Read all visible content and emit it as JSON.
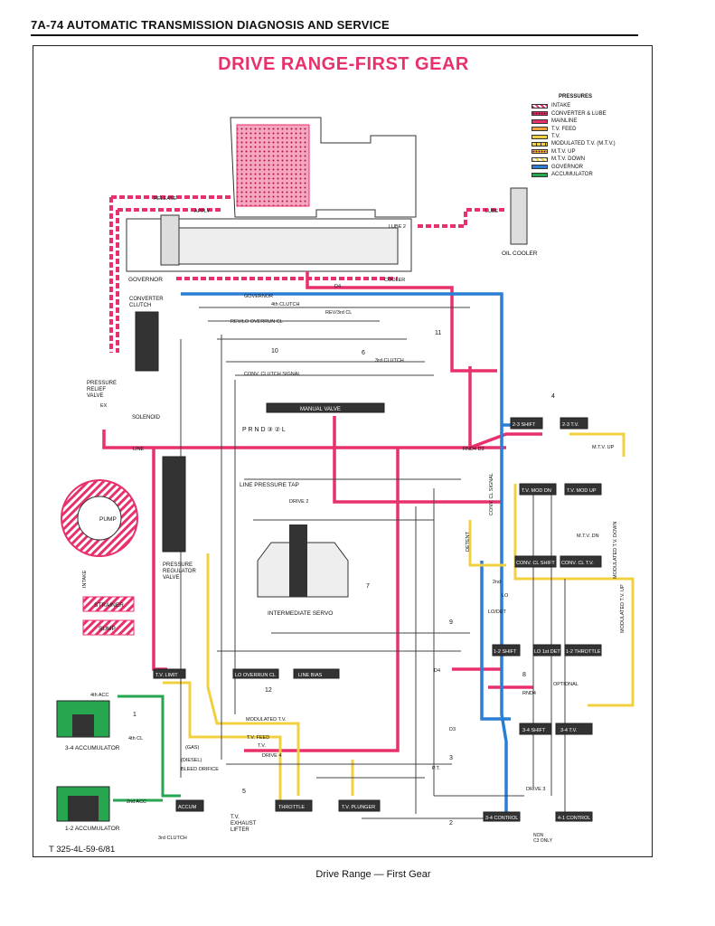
{
  "header": "7A-74  AUTOMATIC TRANSMISSION DIAGNOSIS AND SERVICE",
  "title": "DRIVE RANGE-FIRST GEAR",
  "legend": {
    "title": "PRESSURES",
    "items": [
      {
        "label": "INTAKE",
        "color": "#e8306b",
        "pattern": "hatch"
      },
      {
        "label": "CONVERTER & LUBE",
        "color": "#e8306b",
        "pattern": "dots"
      },
      {
        "label": "MAINLINE",
        "color": "#e8306b",
        "pattern": "solid"
      },
      {
        "label": "T.V. FEED",
        "color": "#f2a23a",
        "pattern": "solid"
      },
      {
        "label": "T.V.",
        "color": "#f0d040",
        "pattern": "solid"
      },
      {
        "label": "MODULATED T.V. (M.T.V.)",
        "color": "#f0d040",
        "pattern": "dash"
      },
      {
        "label": "M.T.V. UP",
        "color": "#f0d040",
        "pattern": "dots"
      },
      {
        "label": "M.T.V. DOWN",
        "color": "#f0d040",
        "pattern": "hatch"
      },
      {
        "label": "GOVERNOR",
        "color": "#2a7fd4",
        "pattern": "solid"
      },
      {
        "label": "ACCUMULATOR",
        "color": "#27a650",
        "pattern": "solid"
      }
    ]
  },
  "colors": {
    "mainline": "#e8306b",
    "governor": "#2a7fd4",
    "tv": "#f0d040",
    "accumulator": "#27a650",
    "exhaust": "#333333"
  },
  "labels": {
    "release": "RELEASE",
    "apply": "APPLY",
    "lube": "LUBE",
    "lube2": "LUBE 2",
    "oil_cooler": "OIL COOLER",
    "governor": "GOVERNOR",
    "governor_line": "GOVERNOR",
    "cooler": "COOLER",
    "d4_top": "D4",
    "fourth_clutch": "4th CLUTCH",
    "converter_clutch": "CONVERTER\nCLUTCH",
    "rev_overrun": "REV/LO OVERRUN CL",
    "rev3rd": "REV/3rd CL",
    "third_clutch": "3rd CLUTCH",
    "conv_clutch_signal": "CONV. CLUTCH SIGNAL",
    "pressure_relief": "PRESSURE\nRELIEF\nVALVE",
    "solenoid": "SOLENOID",
    "manual_valve": "MANUAL VALVE",
    "prnd": "P  R N D ③ ② L",
    "line": "LINE",
    "line_pressure_tap": "LINE PRESSURE TAP",
    "rnd4_d3": "RND4 D3",
    "drive2": "DRIVE 2",
    "pump": "PUMP",
    "intake": "INTAKE",
    "pressure_regulator": "PRESSURE\nREGULATOR\nVALVE",
    "strainer": "STRAINER",
    "sump": "SUMP",
    "intermediate_servo": "INTERMEDIATE SERVO",
    "fourth_acc": "4th ACC",
    "fourth_cl": "4th CL",
    "accum_34": "3-4 ACCUMULATOR",
    "second_acc": "2nd ACC",
    "accum_12": "1-2 ACCUMULATOR",
    "third_clutch_bottom": "3rd CLUTCH",
    "tv_limit": "T.V. LIMIT",
    "lo_overrun_cl": "LO OVERRUN CL",
    "line_bias": "LINE BIAS",
    "gas": "(GAS)",
    "diesel": "(DIESEL)",
    "bleed_orifice": "BLEED ORIFICE",
    "accum": "ACCUM",
    "tv_exhaust_lifter": "T.V.\nEXHAUST\nLIFTER",
    "throttle": "THROTTLE",
    "tv_plunger": "T.V. PLUNGER",
    "shift_23": "2-3 SHIFT",
    "tv_23": "2-3 T.V.",
    "mtv_up": "M.T.V. UP",
    "tv_mod_dn": "T.V. MOD DN",
    "tv_mod_up": "T.V. MOD UP",
    "mtv_dn": "M.T.V. DN",
    "conv_cl_shift": "CONV. CL SHIFT",
    "conv_cl_tv": "CONV. CL T.V.",
    "second": "2nd",
    "lo": "LO",
    "lo_det": "LO/DET",
    "shift_12": "1-2 SHIFT",
    "lo_1st_det": "LO 1st DET",
    "throttle_12": "1-2 THROTTLE",
    "rnd4": "RND4",
    "optional": "OPTIONAL",
    "shift_34": "3-4 SHIFT",
    "tv_34": "3-4 T.V.",
    "control_34": "3-4 CONTROL",
    "control_41": "4-1 CONTROL",
    "non_c3": "NON\nC3 ONLY",
    "mod_tv_up": "MODULATED T.V. UP",
    "mod_tv_down": "MODULATED T.V. DOWN",
    "modulated_tv": "MODULATED T.V.",
    "tv_feed": "T.V. FEED",
    "tv": "T.V.",
    "drive4": "DRIVE 4",
    "d4": "D4",
    "d3": "D3",
    "pt": "P.T.",
    "drive3": "DRIVE 3",
    "detent": "DETENT",
    "conv_cl_signal": "CONV. CL SIGNAL",
    "ex": "EX",
    "n10": "10",
    "n6": "6",
    "n11": "11",
    "n4": "4",
    "n7": "7",
    "n9": "9",
    "n12": "12",
    "n8": "8",
    "n3": "3",
    "n5": "5",
    "n2": "2",
    "n1": "1"
  },
  "footer_id": "T 325-4L-59-6/81",
  "caption": "Drive Range — First Gear"
}
